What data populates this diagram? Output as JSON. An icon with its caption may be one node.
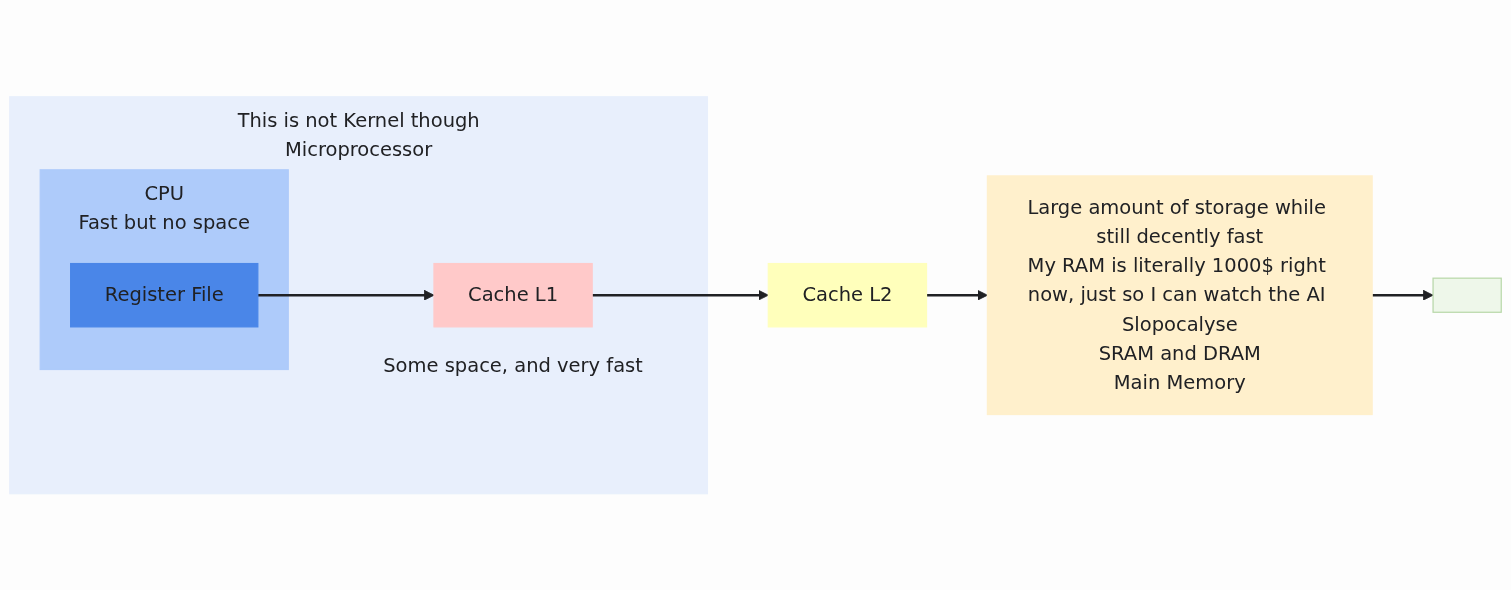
{
  "diagram": {
    "nodes": [
      {
        "text": [
          "This is not Kernel though",
          "Microprocessor"
        ]
      },
      {
        "text": [
          "CPU",
          "Fast but no space"
        ],
        "in": 0
      },
      {
        "text": [
          "Register File"
        ],
        "in": 1
      },
      {
        "text": [
          "Cache L1"
        ],
        "in": 0,
        "beside": [
          "Some space, and very fast"
        ]
      },
      {
        "text": [
          "Cache L2"
        ]
      },
      {
        "text": [
          "Large amount of storage while still decently fast",
          "My RAM is literally 1000$ right now, just so I can watch the AI Slopocalyse",
          "SRAM and DRAM",
          "Main Memory"
        ]
      },
      {
        "text": [],
        "shape": "box"
      }
    ],
    "edges": [
      {
        "from": 2,
        "to": 3,
        "arrow": "to"
      },
      {
        "from": 3,
        "to": 4,
        "arrow": "to"
      },
      {
        "from": 4,
        "to": 5,
        "arrow": "to"
      },
      {
        "from": 5,
        "to": 6,
        "arrow": "to"
      }
    ]
  }
}
